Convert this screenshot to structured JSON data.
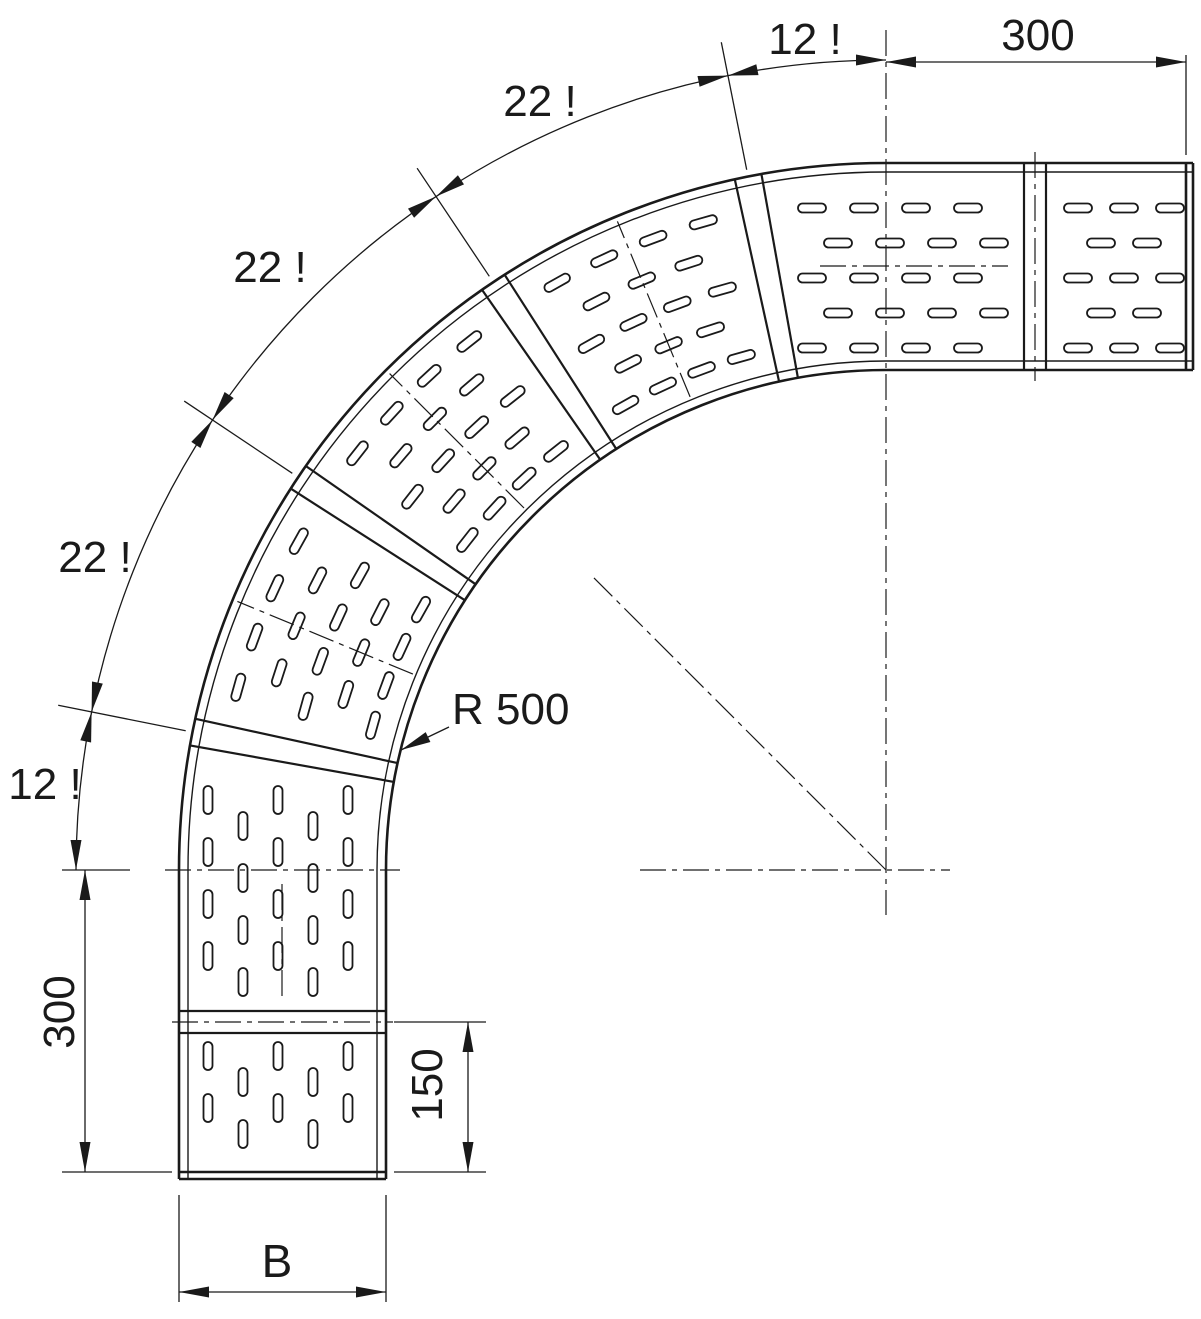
{
  "drawing": {
    "colors": {
      "ink": "#1a1a1a",
      "background": "#ffffff"
    },
    "labels": {
      "dim_top_300": "300",
      "angle_top_12": "12 !",
      "angle_22_a": "22 !",
      "angle_22_b": "22 !",
      "angle_22_c": "22 !",
      "angle_left_12": "12 !",
      "dim_left_300": "300",
      "radius_r500": "R 500",
      "dim_150": "150",
      "dim_width_b": "B"
    }
  }
}
